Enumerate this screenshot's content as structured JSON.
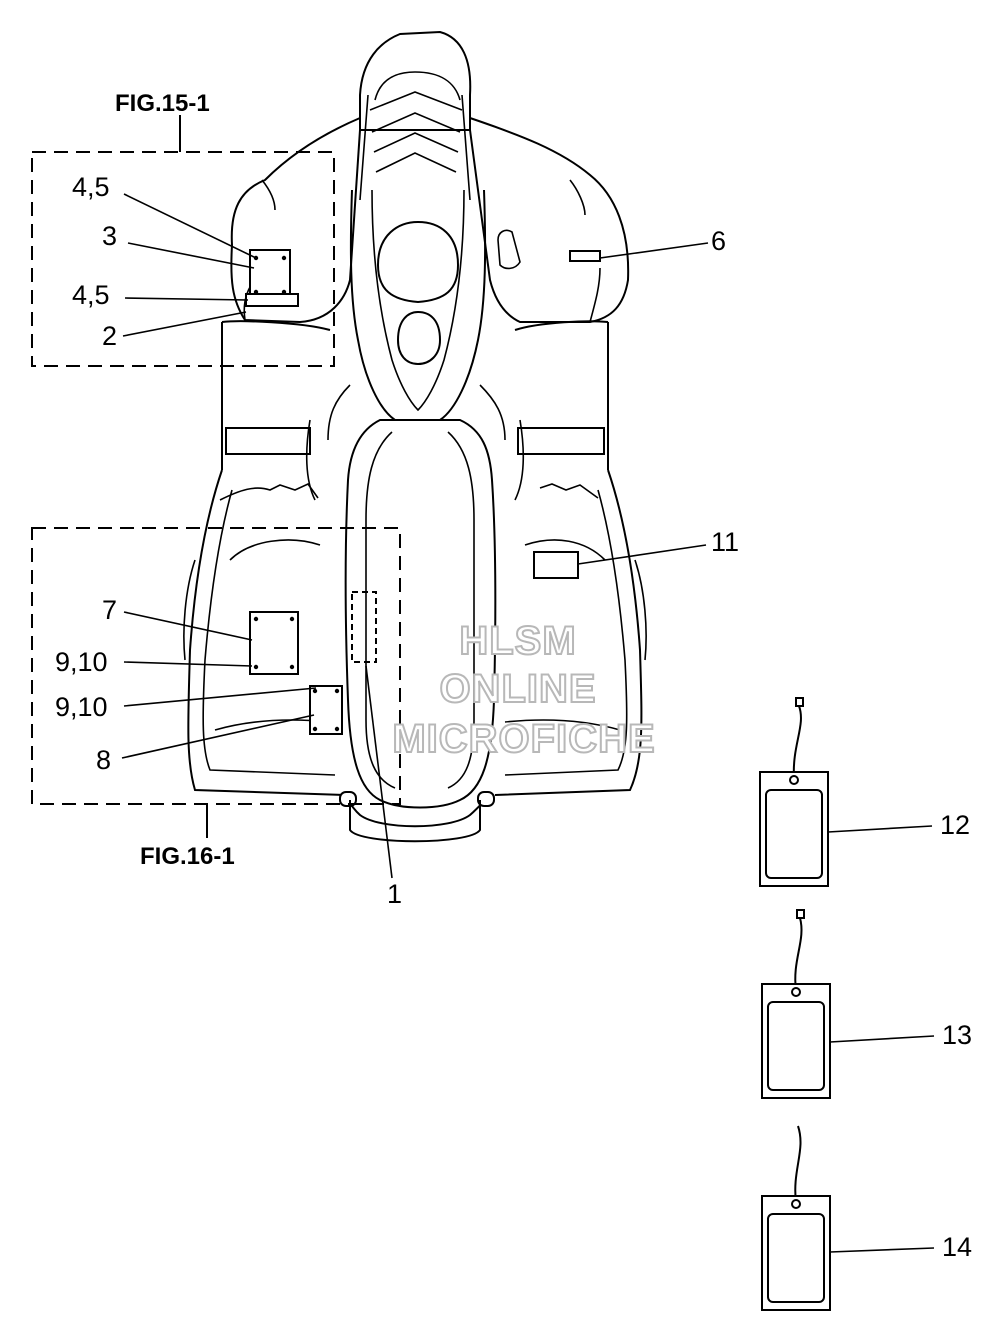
{
  "figure_refs": {
    "fig_15_1": "FIG.15-1",
    "fig_16_1": "FIG.16-1"
  },
  "callouts": {
    "c1": "1",
    "c2": "2",
    "c3": "3",
    "c45a": "4,5",
    "c45b": "4,5",
    "c6": "6",
    "c7": "7",
    "c8": "8",
    "c910a": "9,10",
    "c910b": "9,10",
    "c11": "11",
    "c12": "12",
    "c13": "13",
    "c14": "14"
  },
  "watermark": {
    "line1": "HLSM",
    "line2": "ONLINE",
    "line3": "MICROFICHE"
  }
}
